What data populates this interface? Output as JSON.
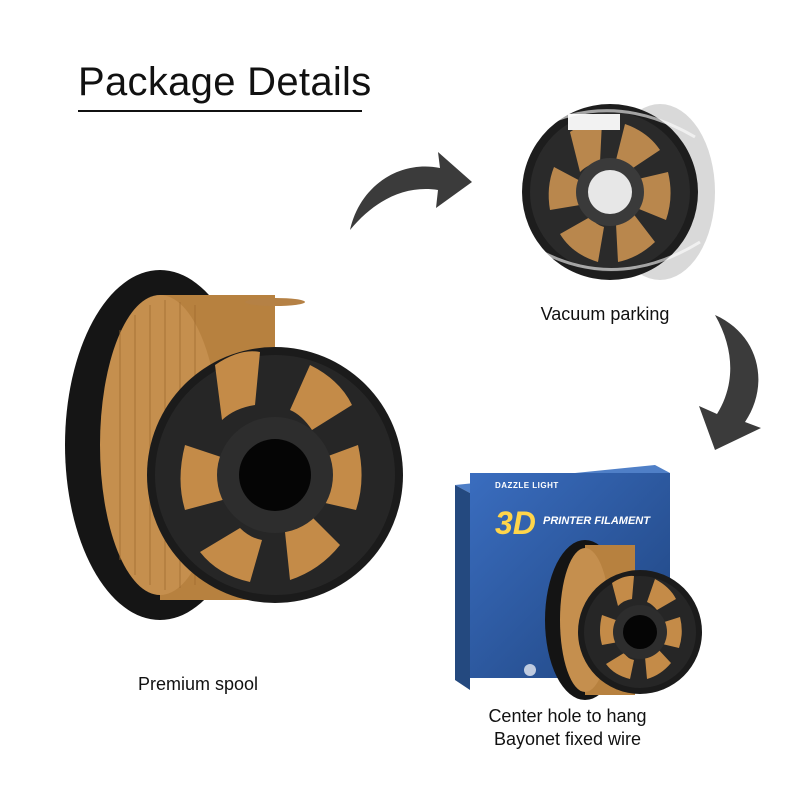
{
  "header": {
    "title": "Package Details"
  },
  "items": {
    "premium_spool": {
      "caption": "Premium spool"
    },
    "vacuum": {
      "caption": "Vacuum parking"
    },
    "box": {
      "caption_line1": "Center hole to hang",
      "caption_line2": "Bayonet fixed wire",
      "brand": "DAZZLE LIGHT",
      "product": "3D",
      "product_sub": "PRINTER FILAMENT"
    }
  },
  "colors": {
    "filament": "#c08a4a",
    "spool": "#1e1e1e",
    "box_blue": "#2f5fa8",
    "arrow": "#3a3a3a"
  },
  "icons": [
    "curved-arrow-icon",
    "curved-arrow-icon"
  ]
}
